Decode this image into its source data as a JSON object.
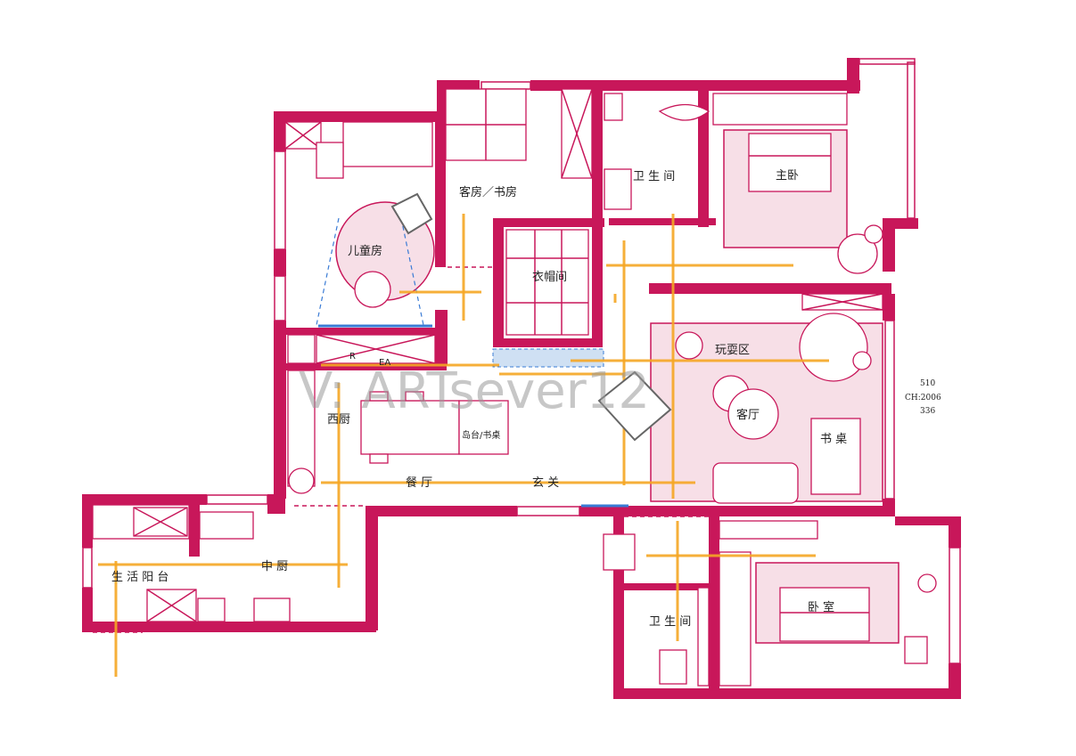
{
  "title": "",
  "rooms": {
    "guest_study": "客房／书房",
    "bathroom_top": "卫 生 间",
    "master_bedroom": "主卧",
    "kids_room": "儿童房",
    "cloakroom": "衣帽间",
    "play_area": "玩耍区",
    "living_room": "客厅",
    "desk": "书 桌",
    "western_kitchen": "西厨",
    "island": "岛台/书桌",
    "dining": "餐 厅",
    "entrance": "玄 关",
    "utility_balcony": "生 活 阳 台",
    "chinese_kitchen": "中 厨",
    "bathroom_bottom": "卫 生 间",
    "bedroom": "卧 室"
  },
  "notes": {
    "line1": "510",
    "line2": "CH:2006",
    "line3": "336"
  },
  "small_marks": {
    "cabinet_r": "R",
    "cabinet_ea": "EA"
  },
  "watermark": "V:  ARTsever12",
  "colors": {
    "wall": "#c8175a",
    "room_fill": "#f7dfe7",
    "circulation_path": "#f5a623",
    "door_highlight": "#3a7bd5"
  }
}
